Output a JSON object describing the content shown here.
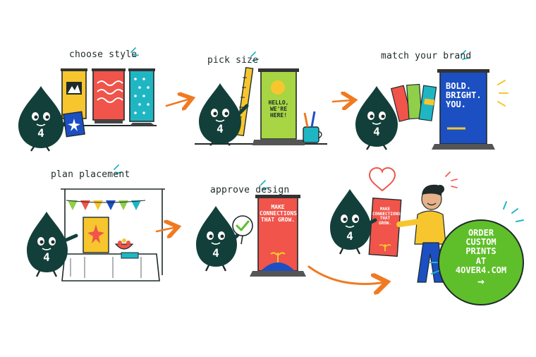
{
  "steps": [
    {
      "label": "choose style"
    },
    {
      "label": "pick size"
    },
    {
      "label": "match your brand"
    },
    {
      "label": "plan placement"
    },
    {
      "label": "approve design"
    }
  ],
  "mascot_number": "4",
  "banners": {
    "pick_size_text": "HELLO, WE'RE HERE!",
    "brand_lines": [
      "BOLD.",
      "BRIGHT.",
      "YOU."
    ],
    "approve_text": "MAKE CONNECTIONS THAT GROW.",
    "handoff_text": "MAKE CONNECTIONS THAT GROW."
  },
  "cta": {
    "lines": [
      "ORDER",
      "CUSTOM",
      "PRINTS",
      "AT",
      "4OVER4.COM"
    ],
    "arrow": "→"
  },
  "colors": {
    "mascot": "#123f3a",
    "arrow": "#f07a22",
    "cta_green": "#5fbf2a",
    "banner_blue": "#1c4fc2",
    "banner_red": "#f0544a",
    "banner_yellow": "#f7c62f",
    "banner_teal": "#1fb6c4"
  }
}
